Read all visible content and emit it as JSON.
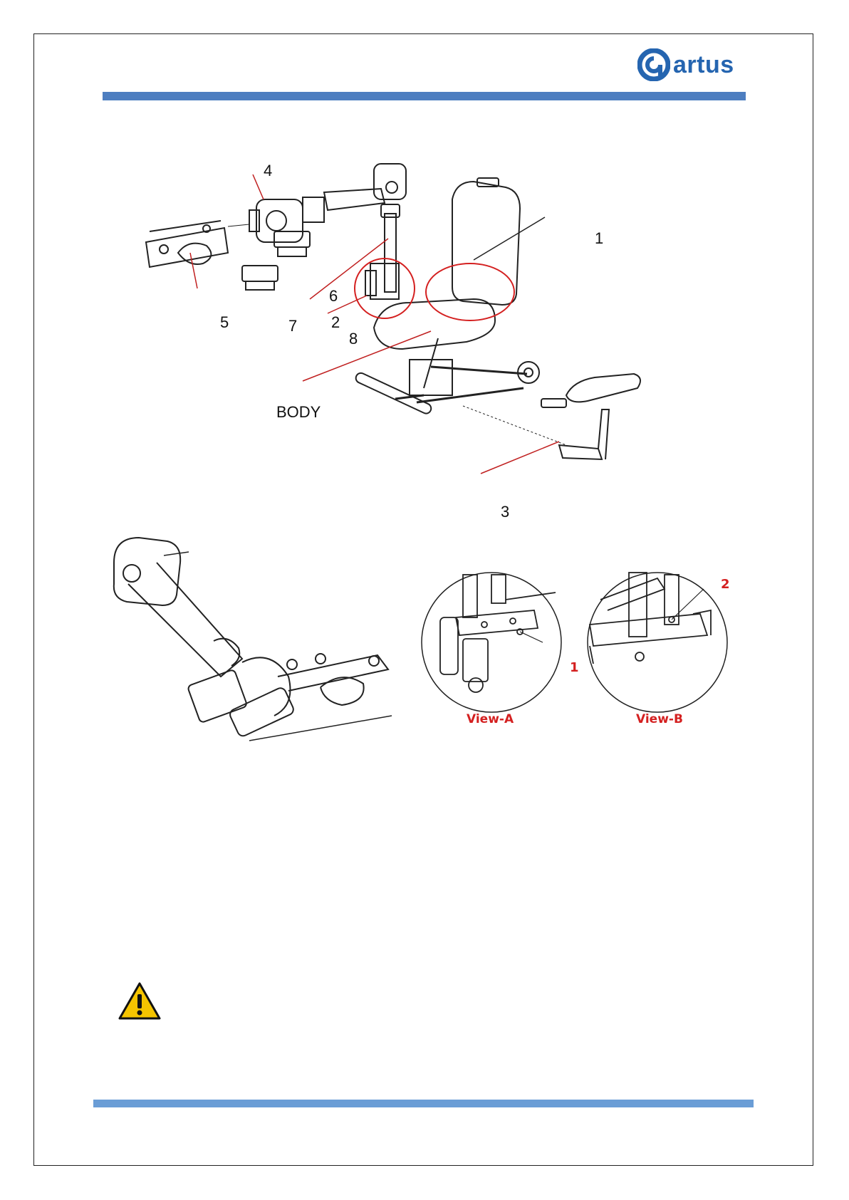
{
  "header": {
    "logo_text": "artus",
    "logo_icon": "brand-mark-icon",
    "brand_color": "#2565b0",
    "rule_color": "#4d7ec0"
  },
  "figure_top": {
    "callouts": {
      "c1": "1",
      "c2": "2",
      "c3": "3",
      "c4": "4",
      "c5": "5",
      "c6": "6",
      "c7": "7",
      "c8": "8",
      "body": "BODY"
    }
  },
  "figure_bottom": {
    "view_a": {
      "label": "View-A",
      "callout": "1"
    },
    "view_b": {
      "label": "View-B",
      "callout": "2"
    },
    "accent_color": "#d42020"
  },
  "warning": {
    "icon": "warning-triangle-icon"
  },
  "footer": {
    "rule_color": "#6a9dd6"
  }
}
